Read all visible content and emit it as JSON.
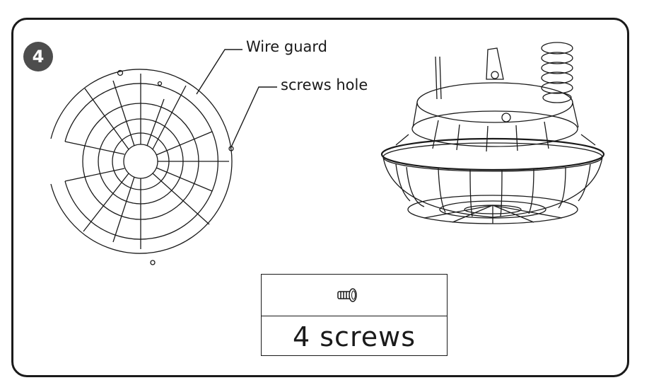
{
  "step": {
    "number": "4"
  },
  "callouts": {
    "wire_guard": "Wire guard",
    "screws_hole": "screws hole"
  },
  "hardware": {
    "quantity_label": "4 screws",
    "item_icon": "screw-icon"
  },
  "colors": {
    "line": "#1a1a1a",
    "badge": "#4d4d4d"
  }
}
